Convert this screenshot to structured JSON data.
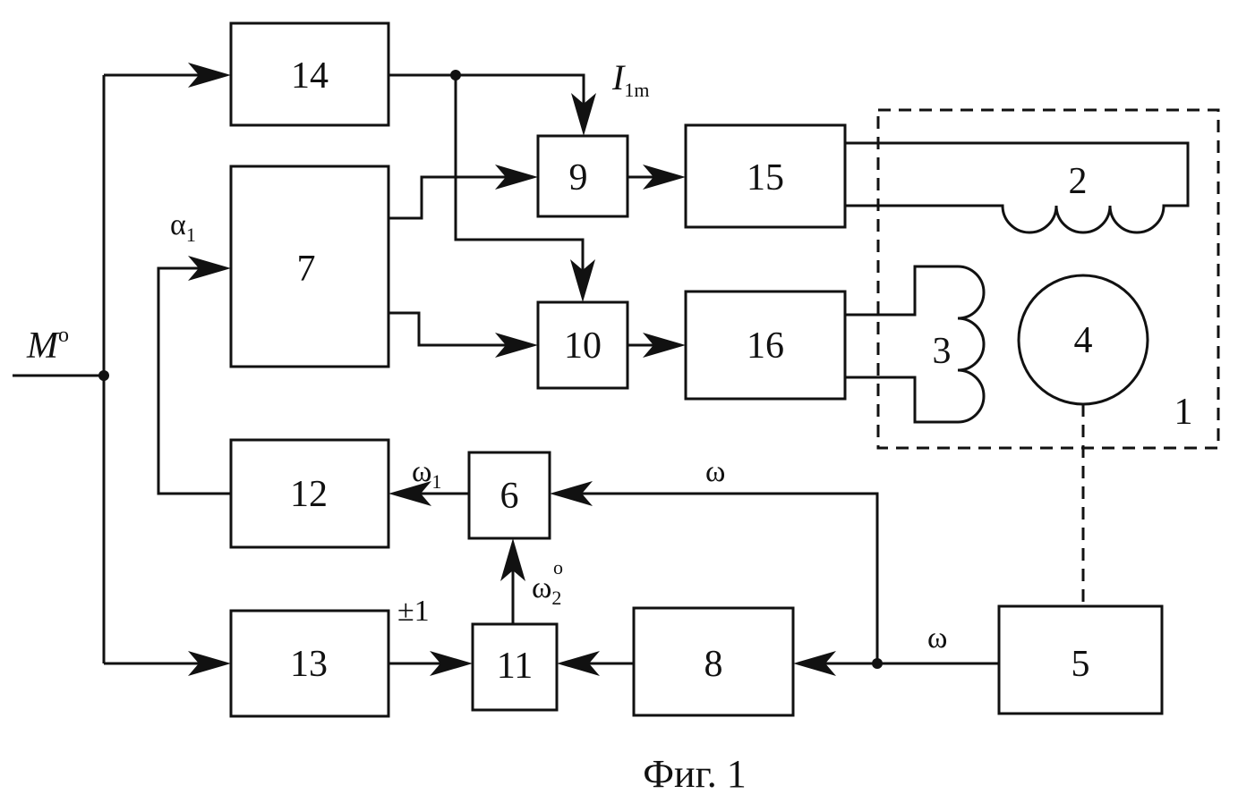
{
  "blocks": {
    "b1": "1",
    "b2": "2",
    "b3": "3",
    "b4": "4",
    "b5": "5",
    "b6": "6",
    "b7": "7",
    "b8": "8",
    "b9": "9",
    "b10": "10",
    "b11": "11",
    "b12": "12",
    "b13": "13",
    "b14": "14",
    "b15": "15",
    "b16": "16"
  },
  "signals": {
    "m_main": "M",
    "m_sup": "o",
    "i_main": "I",
    "i_sub": "1m",
    "alpha_main": "α",
    "alpha_sub": "1",
    "omega1_main": "ω",
    "omega1_sub": "1",
    "omega_top": "ω",
    "omega_bottom": "ω",
    "omega2_main": "ω",
    "omega2_sub": "2",
    "omega2_sup": "o",
    "pm1": "±1"
  },
  "caption": "Фиг. 1"
}
